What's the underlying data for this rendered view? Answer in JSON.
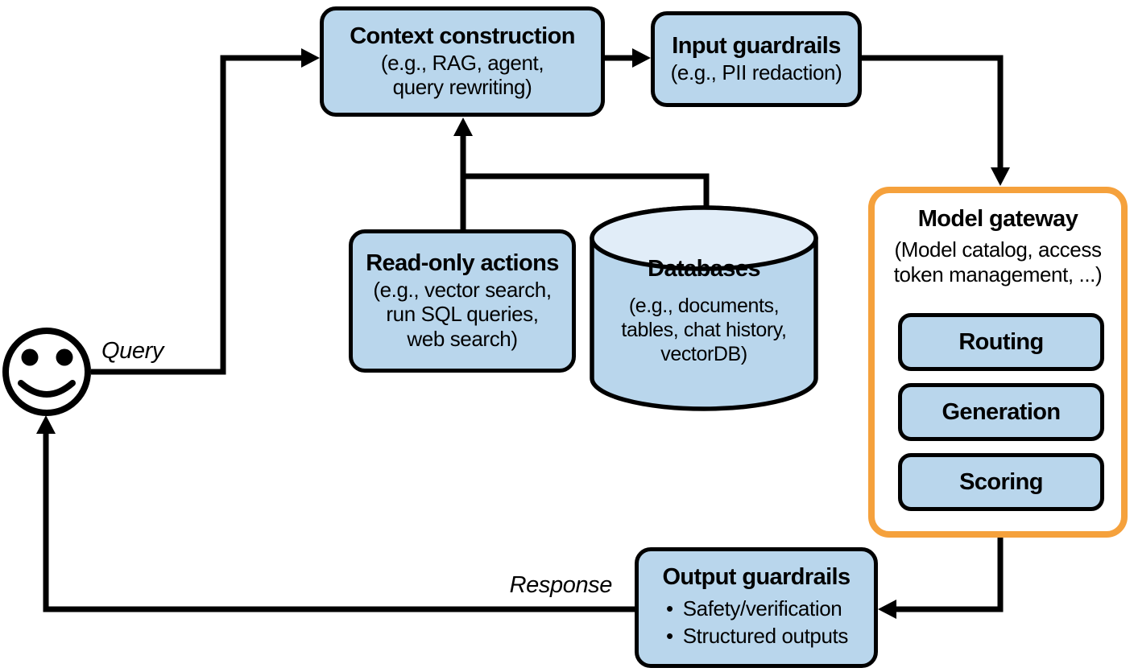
{
  "labels": {
    "query": "Query",
    "response": "Response",
    "bullet": "•"
  },
  "colors": {
    "node_fill": "#B9D6EC",
    "node_border": "#000000",
    "gateway_border": "#F5A13C",
    "cylinder_top_fill": "#E1EDF8",
    "background": "#FFFFFF"
  },
  "nodes": {
    "context_construction": {
      "title": "Context construction",
      "lines": [
        "(e.g., RAG, agent,",
        "query rewriting)"
      ]
    },
    "input_guardrails": {
      "title": "Input guardrails",
      "lines": [
        "(e.g., PII redaction)"
      ]
    },
    "model_gateway": {
      "title": "Model gateway",
      "lines": [
        "(Model catalog, access",
        "token management, ...)"
      ],
      "stages": [
        "Routing",
        "Generation",
        "Scoring"
      ]
    },
    "read_only_actions": {
      "title": "Read-only actions",
      "lines": [
        "(e.g., vector search,",
        "run SQL queries,",
        "web search)"
      ]
    },
    "databases": {
      "title": "Databases",
      "lines": [
        "(e.g., documents,",
        "tables, chat history,",
        "vectorDB)"
      ]
    },
    "output_guardrails": {
      "title": "Output guardrails",
      "bullets": [
        "Safety/verification",
        "Structured outputs"
      ]
    }
  },
  "icons": {
    "user": "smiley-face-user-icon"
  }
}
